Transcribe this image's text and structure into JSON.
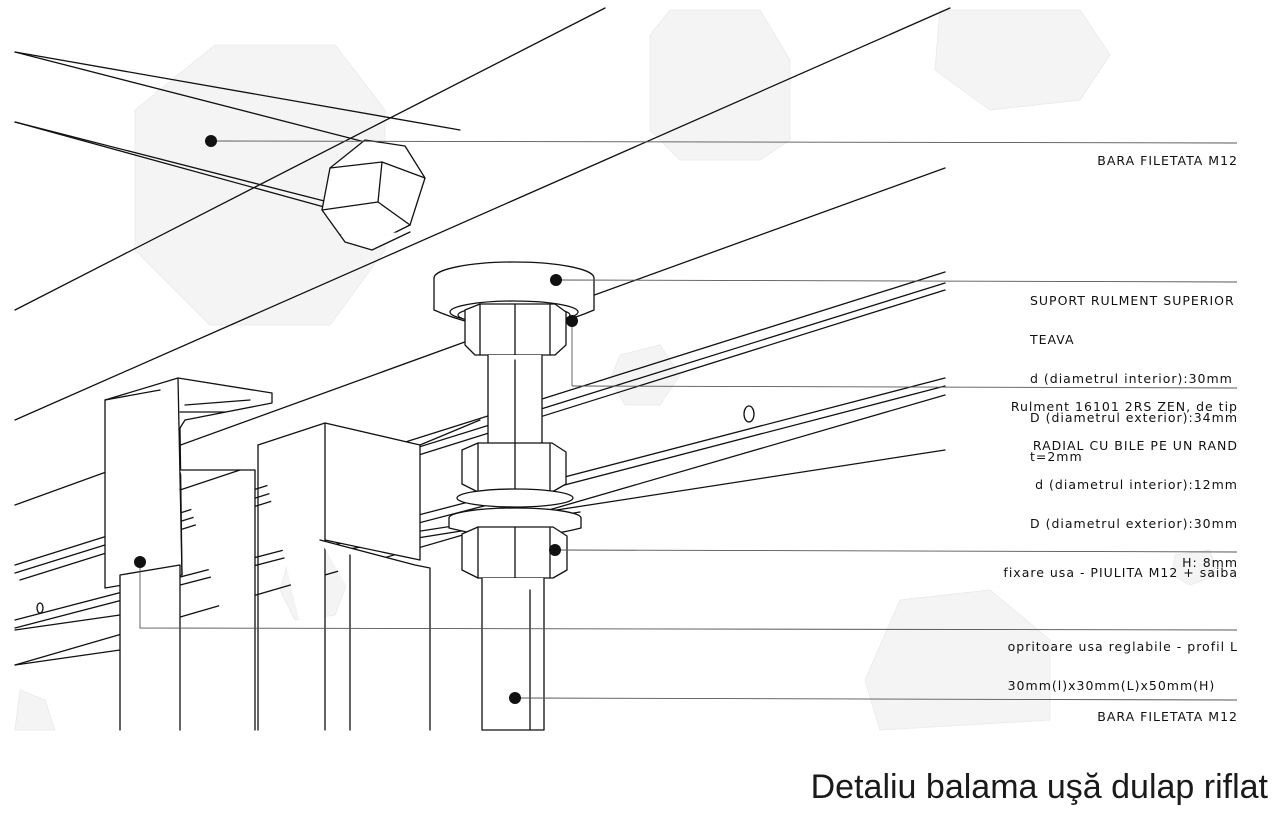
{
  "caption": "Detaliu balama uşă dulap riflat",
  "callouts": [
    {
      "id": "bar-top",
      "lines": [
        "BARA FILETATA M12"
      ],
      "align": "right"
    },
    {
      "id": "support",
      "lines": [
        "SUPORT RULMENT SUPERIOR",
        "TEAVA",
        "d (diametrul interior):30mm",
        "D (diametrul exterior):34mm",
        "t=2mm"
      ],
      "align": "left"
    },
    {
      "id": "bearing",
      "lines": [
        "Rulment 16101 2RS ZEN, de tip",
        "RADIAL CU BILE PE UN RAND",
        "d (diametrul interior):12mm",
        "D (diametrul exterior):30mm",
        "H: 8mm"
      ],
      "align": "right"
    },
    {
      "id": "nut",
      "lines": [
        "fixare usa - PIULITA M12 + saiba"
      ],
      "align": "right"
    },
    {
      "id": "stop",
      "lines": [
        "opritoare usa reglabile - profil L",
        "30mm(l)x30mm(L)x50mm(H)"
      ],
      "align": "left"
    },
    {
      "id": "bar-bottom",
      "lines": [
        "BARA FILETATA M12"
      ],
      "align": "right"
    }
  ]
}
